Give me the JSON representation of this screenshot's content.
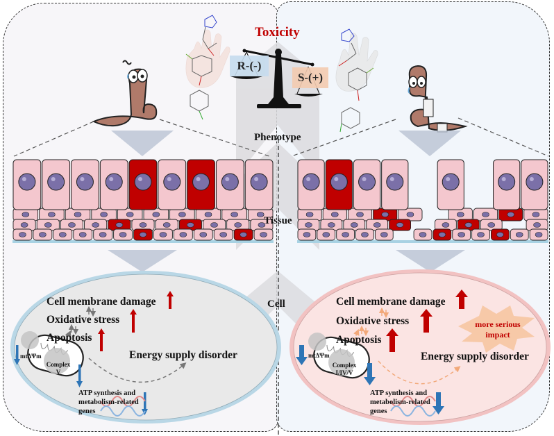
{
  "title": "Toxicity",
  "scale": {
    "left_pan_label": "R-(-)",
    "right_pan_label": "S-(+)",
    "heavier_side": "S-(+)"
  },
  "levels": [
    "Phenotype",
    "Tissue",
    "Cell"
  ],
  "left_panel": {
    "enantiomer": "R-(-)",
    "worm_state": "scared",
    "cell": {
      "effects": [
        {
          "label": "Cell membrane damage",
          "direction": "up"
        },
        {
          "label": "Oxidative stress",
          "direction": "up"
        },
        {
          "label": "Apoptosis",
          "direction": "up"
        }
      ],
      "energy_label": "Energy supply disorder",
      "mito_potential_label": "mtΔΨm",
      "mito_potential_direction": "down",
      "complex_label_line1": "Complex",
      "complex_label_line2": "V",
      "complex_direction": "down",
      "genes_line1": "ATP synthesis and",
      "genes_line2": "metabolism-related",
      "genes_line3": "genes",
      "genes_direction": "down"
    }
  },
  "right_panel": {
    "enantiomer": "S-(+)",
    "worm_state": "injured",
    "cell": {
      "effects": [
        {
          "label": "Cell membrane damage",
          "direction": "up"
        },
        {
          "label": "Oxidative stress",
          "direction": "up"
        },
        {
          "label": "Apoptosis",
          "direction": "up"
        }
      ],
      "energy_label": "Energy supply disorder",
      "impact_line1": "more serious",
      "impact_line2": "impact",
      "mito_potential_label": "mtΔΨm",
      "mito_potential_direction": "down",
      "complex_label_line1": "Complex",
      "complex_label_line2": "I/IV/V",
      "complex_direction": "down",
      "genes_line1": "ATP synthesis and",
      "genes_line2": "metabolism-related",
      "genes_line3": "genes",
      "genes_direction": "down"
    }
  },
  "colors": {
    "toxicity_red": "#c00000",
    "up_arrow": "#c00000",
    "down_arrow": "#2e75b6",
    "r_pan_bg": "#c6dcee",
    "s_pan_bg": "#f4cbb0",
    "left_cell_fill": "#e9e9e9",
    "left_cell_membrane": "#b9d7e6",
    "right_cell_fill": "#fbe4e3",
    "right_cell_membrane": "#f2c2c2",
    "impact_burst": "#f7c9a8"
  }
}
